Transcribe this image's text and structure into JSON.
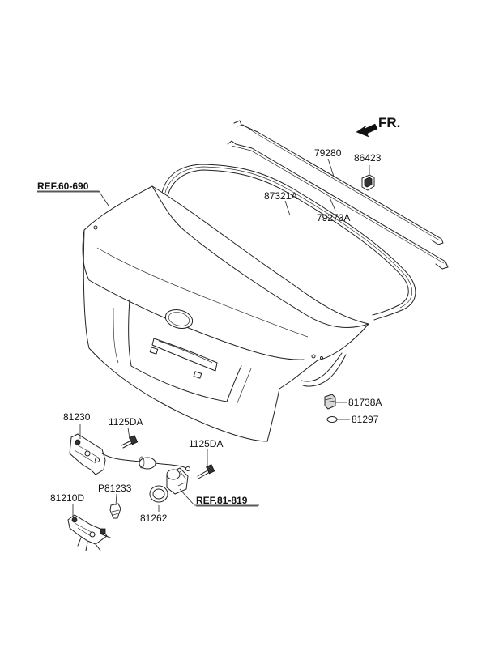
{
  "direction": {
    "label": "FR.",
    "icon": "front-direction-arrow-icon"
  },
  "labels": {
    "ref_60_690": "REF.60-690",
    "p79280": "79280",
    "p86423": "86423",
    "p87321A": "87321A",
    "p79273A": "79273A",
    "p81738A": "81738A",
    "p81297": "81297",
    "p81230": "81230",
    "p1125DA_a": "1125DA",
    "p1125DA_b": "1125DA",
    "pP81233": "P81233",
    "p81210D": "81210D",
    "p81262": "81262",
    "ref_81_819": "REF.81-819"
  },
  "colors": {
    "line": "#222222",
    "text": "#111111",
    "background": "#ffffff"
  }
}
